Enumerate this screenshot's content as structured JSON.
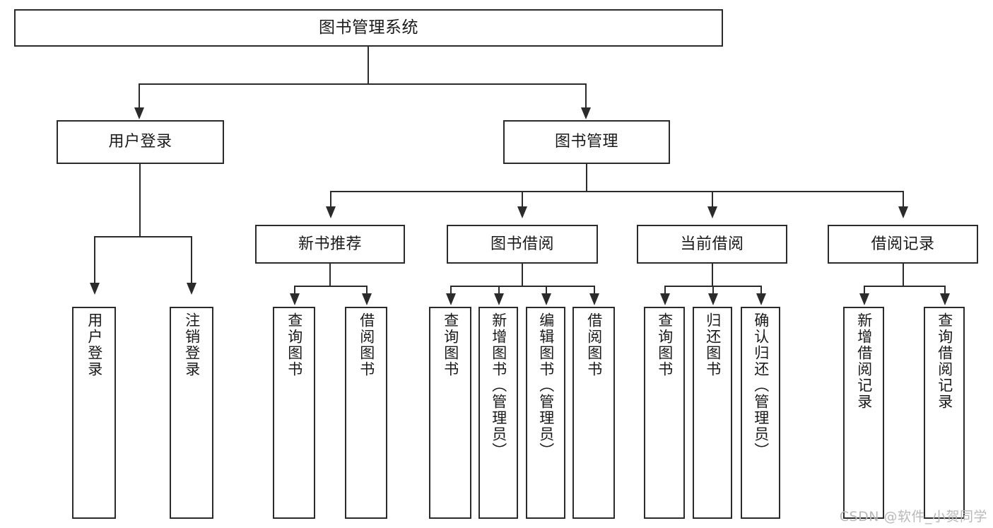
{
  "diagram": {
    "title": "图书管理系统",
    "type": "tree-hierarchy-chart",
    "root": {
      "id": "root",
      "label": "图书管理系统"
    },
    "level2": [
      {
        "id": "user-login",
        "label": "用户登录"
      },
      {
        "id": "book-manage",
        "label": "图书管理"
      }
    ],
    "level3": [
      {
        "id": "new-book-recommend",
        "label": "新书推荐",
        "parent": "book-manage"
      },
      {
        "id": "book-borrow",
        "label": "图书借阅",
        "parent": "book-manage"
      },
      {
        "id": "current-borrow",
        "label": "当前借阅",
        "parent": "book-manage"
      },
      {
        "id": "borrow-record",
        "label": "借阅记录",
        "parent": "book-manage"
      }
    ],
    "leaves": {
      "user-login": [
        {
          "id": "leaf-user-login",
          "label": "用户登录"
        },
        {
          "id": "leaf-logout",
          "label": "注销登录"
        }
      ],
      "new-book-recommend": [
        {
          "id": "leaf-query-book-1",
          "label": "查询图书"
        },
        {
          "id": "leaf-borrow-book-1",
          "label": "借阅图书"
        }
      ],
      "book-borrow": [
        {
          "id": "leaf-query-book-2",
          "label": "查询图书"
        },
        {
          "id": "leaf-add-book",
          "label": "新增图书（管理员）"
        },
        {
          "id": "leaf-edit-book",
          "label": "编辑图书（管理员）"
        },
        {
          "id": "leaf-borrow-book-2",
          "label": "借阅图书"
        }
      ],
      "current-borrow": [
        {
          "id": "leaf-query-book-3",
          "label": "查询图书"
        },
        {
          "id": "leaf-return-book",
          "label": "归还图书"
        },
        {
          "id": "leaf-confirm-return",
          "label": "确认归还（管理员）"
        }
      ],
      "borrow-record": [
        {
          "id": "leaf-add-record",
          "label": "新增借阅记录"
        },
        {
          "id": "leaf-query-record",
          "label": "查询借阅记录"
        }
      ]
    }
  },
  "watermark": {
    "text": "CSDN @软件_小贺同学"
  },
  "colors": {
    "stroke": "#2b2b2b",
    "fill": "#ffffff",
    "text": "#1a1a1a",
    "watermark": "#b9b9b9"
  }
}
